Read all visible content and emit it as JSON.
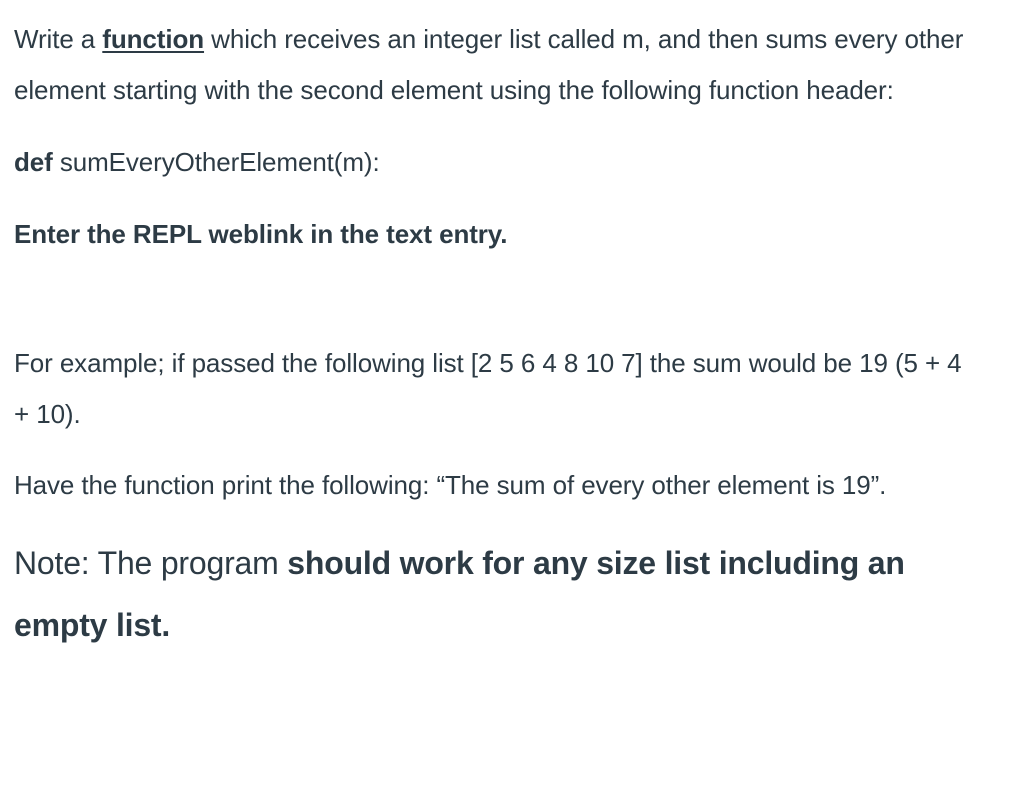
{
  "document": {
    "text_color": "#2d3b45",
    "background_color": "#ffffff",
    "intro": {
      "before_link": "Write a ",
      "link_term": "function",
      "after_link": " which receives an integer list called m, and then sums every other element starting with the second element using the following function header:"
    },
    "function_header": {
      "keyword": "def",
      "signature": " sumEveryOtherElement(m):"
    },
    "repl_instruction": "Enter the REPL weblink in the text entry.",
    "example": "For example; if passed the following list [2 5 6 4 8 10 7] the sum would be 19 (5 + 4 + 10).",
    "print_instruction": "Have the function print the following: “The sum of every other element is 19”.",
    "note": {
      "regular": "Note: The program ",
      "bold": "should work for any size list including an empty list."
    }
  }
}
